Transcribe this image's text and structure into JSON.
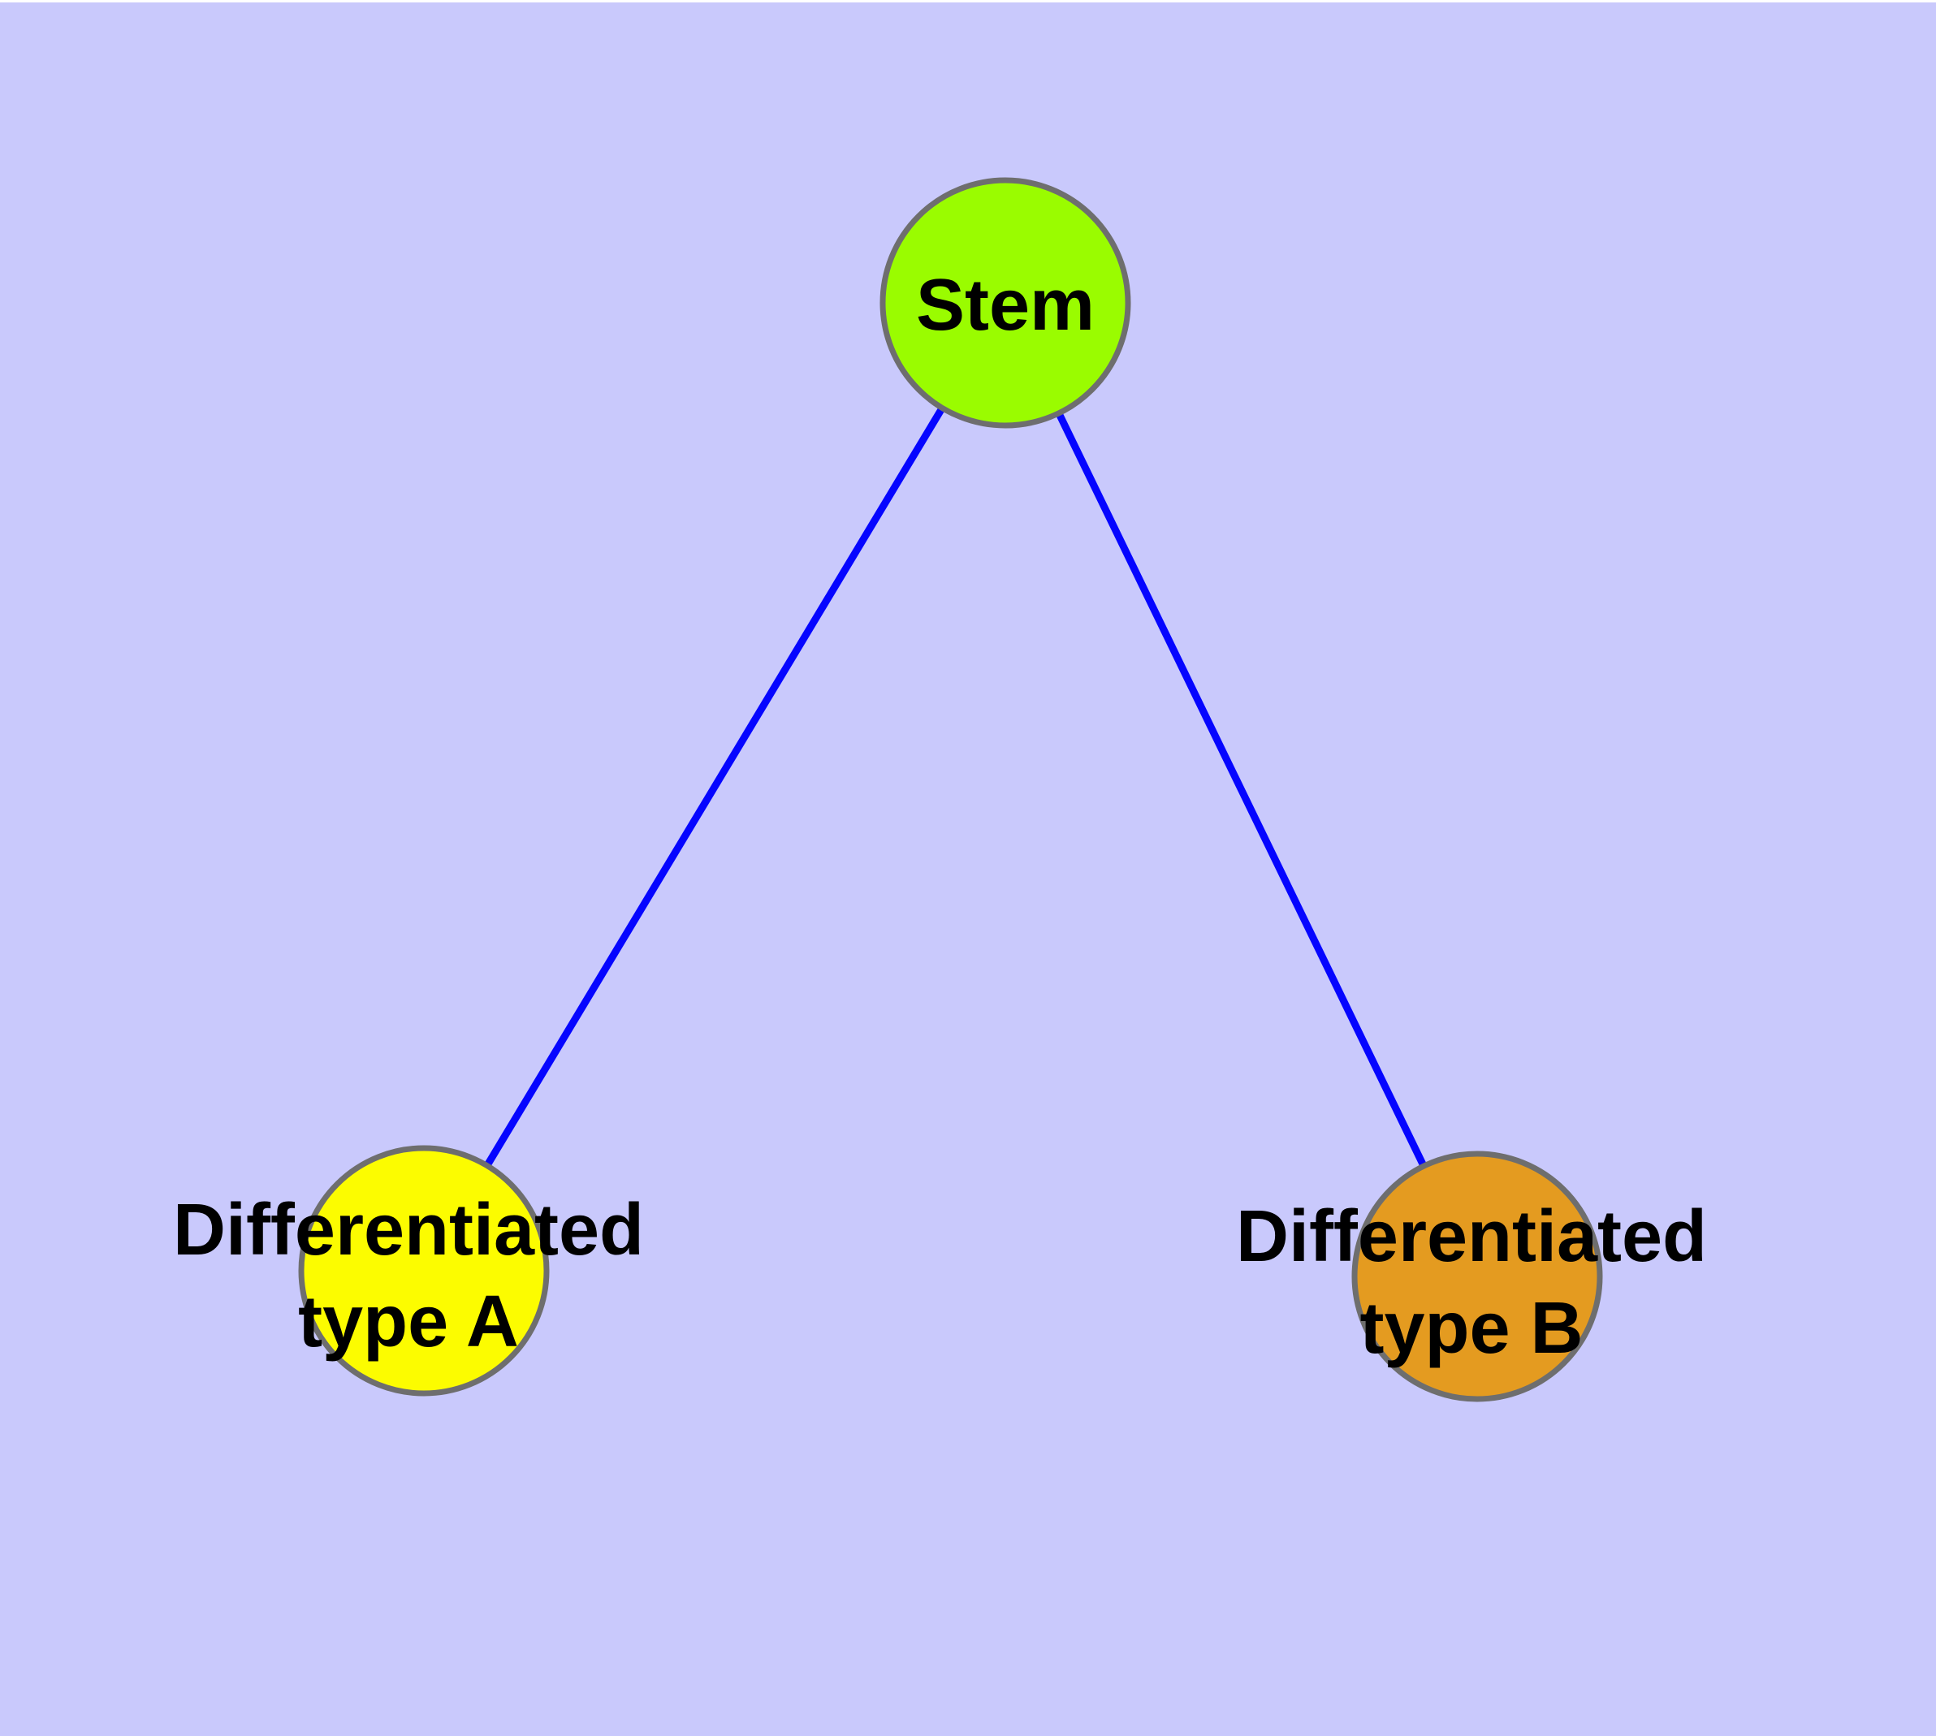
{
  "colors": {
    "background": "#C9C9FC",
    "top_margin": "#FFFFFF",
    "edge": "#0505FF",
    "node_border": "#6E6E6E",
    "label_text": "#000000"
  },
  "nodes": {
    "stem": {
      "label": "Stem",
      "fill": "#9AFC00"
    },
    "type_a": {
      "label_line1": "Differentiated",
      "label_line2": "type A",
      "fill": "#FCFC00"
    },
    "type_b": {
      "label_line1": "Differentiated",
      "label_line2": "type B",
      "fill": "#E49B20"
    }
  },
  "edges": [
    {
      "from": "Stem",
      "to": "Differentiated type A"
    },
    {
      "from": "Stem",
      "to": "Differentiated type B"
    }
  ]
}
